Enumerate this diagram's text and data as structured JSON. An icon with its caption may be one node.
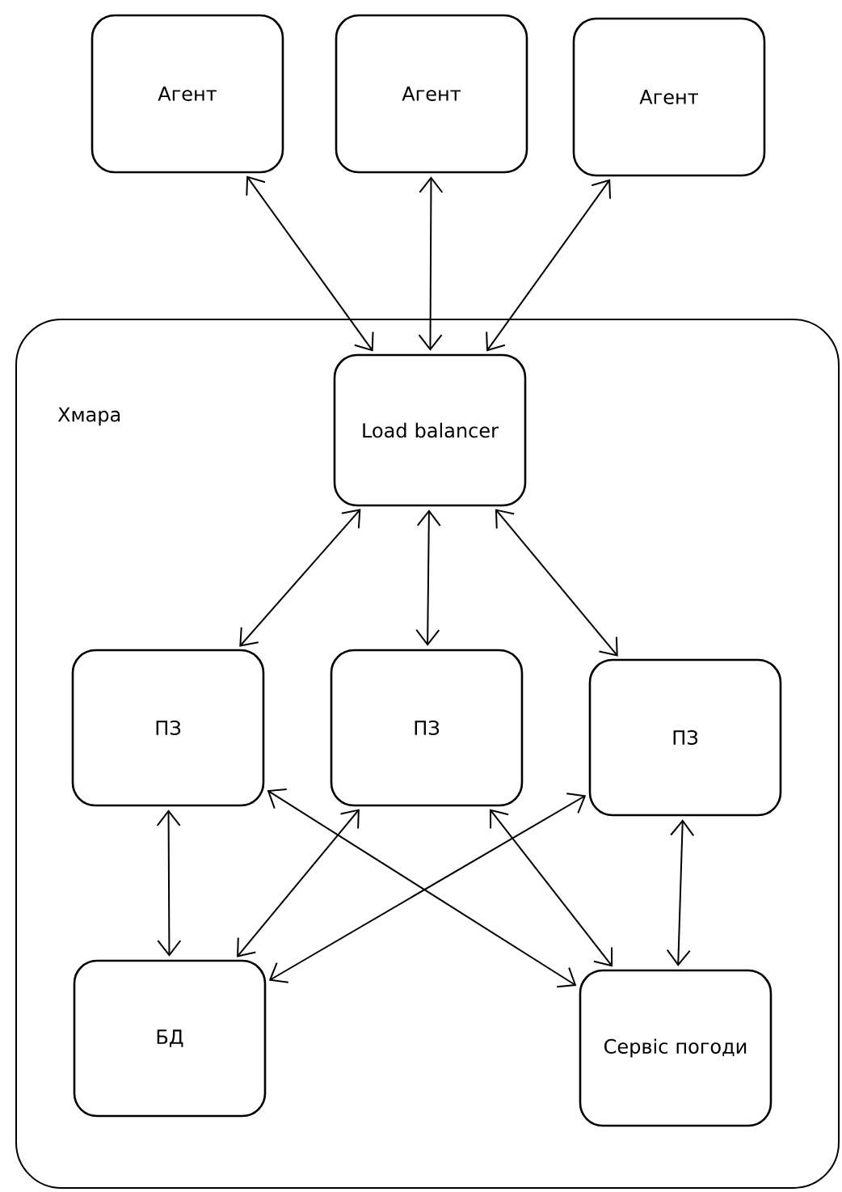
{
  "diagram": {
    "nodes": [
      {
        "text": [
          "Агент"
        ]
      },
      {
        "text": [
          "Агент"
        ]
      },
      {
        "text": [
          "Агент"
        ]
      },
      {
        "text": [
          "Хмара"
        ]
      },
      {
        "text": [
          "Load balancer"
        ],
        "in": 3
      },
      {
        "text": [
          "ПЗ"
        ],
        "in": 3
      },
      {
        "text": [
          "ПЗ"
        ],
        "in": 3
      },
      {
        "text": [
          "ПЗ"
        ],
        "in": 3
      },
      {
        "text": [
          "БД"
        ],
        "in": 3
      },
      {
        "text": [
          "Сервіс погоди"
        ],
        "in": 3
      }
    ],
    "edges": [
      {
        "from": 0,
        "to": 4,
        "arrow": "both"
      },
      {
        "from": 1,
        "to": 4,
        "arrow": "both"
      },
      {
        "from": 2,
        "to": 4,
        "arrow": "both"
      },
      {
        "from": 4,
        "to": 5,
        "arrow": "both"
      },
      {
        "from": 4,
        "to": 6,
        "arrow": "both"
      },
      {
        "from": 4,
        "to": 7,
        "arrow": "both"
      },
      {
        "from": 5,
        "to": 8,
        "arrow": "both"
      },
      {
        "from": 5,
        "to": 9,
        "arrow": "both"
      },
      {
        "from": 6,
        "to": 8,
        "arrow": "both"
      },
      {
        "from": 6,
        "to": 9,
        "arrow": "both"
      },
      {
        "from": 7,
        "to": 8,
        "arrow": "both"
      },
      {
        "from": 7,
        "to": 9,
        "arrow": "both"
      }
    ]
  }
}
